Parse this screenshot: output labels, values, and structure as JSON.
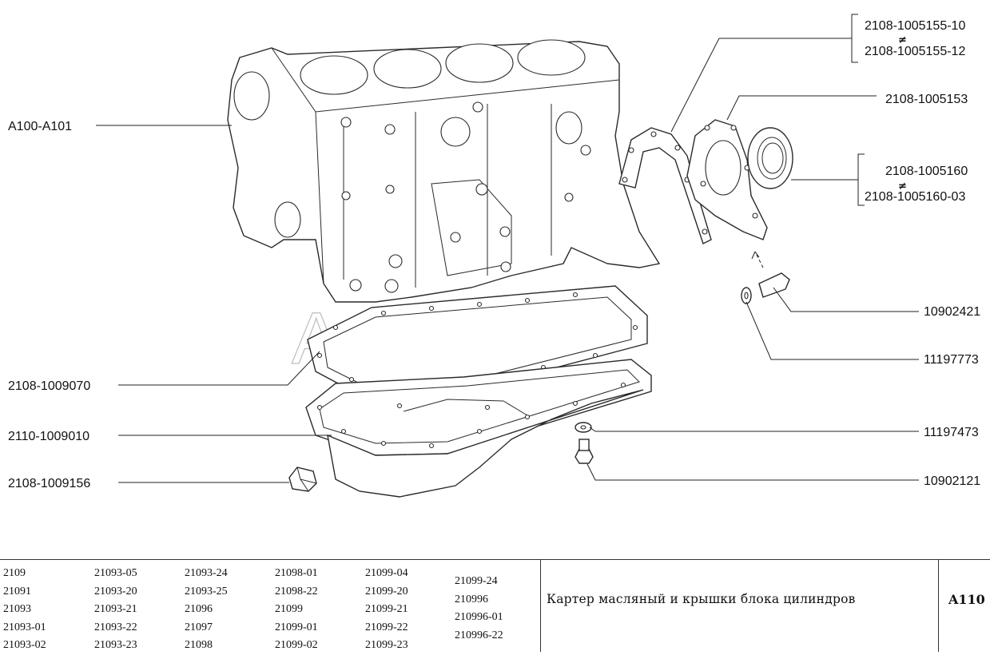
{
  "watermark": "AutoSoft",
  "callouts": {
    "block": "A100-A101",
    "gasket_front": "2108-1005155-10",
    "gasket_front_alt": "2108-1005155-12",
    "cover": "2108-1005153",
    "seal": "2108-1005160",
    "seal_alt": "2108-1005160-03",
    "bolt_cover": "10902421",
    "washer_cover": "11197773",
    "pan_gasket": "2108-1009070",
    "oil_pan": "2110-1009010",
    "drain_plug": "2108-1009156",
    "washer_pan": "11197473",
    "bolt_pan": "10902121",
    "not_equal_symbol": "≠"
  },
  "models": {
    "col1": [
      "2109",
      "21091",
      "21093",
      "21093-01",
      "21093-02"
    ],
    "col2": [
      "21093-05",
      "21093-20",
      "21093-21",
      "21093-22",
      "21093-23"
    ],
    "col3": [
      "21093-24",
      "21093-25",
      "21096",
      "21097",
      "21098"
    ],
    "col4": [
      "21098-01",
      "21098-22",
      "21099",
      "21099-01",
      "21099-02"
    ],
    "col5": [
      "21099-04",
      "21099-20",
      "21099-21",
      "21099-22",
      "21099-23"
    ],
    "col6": [
      "21099-24",
      "210996",
      "210996-01",
      "210996-22"
    ]
  },
  "title": "Картер масляный и крышки блока цилиндров",
  "code": "A110"
}
